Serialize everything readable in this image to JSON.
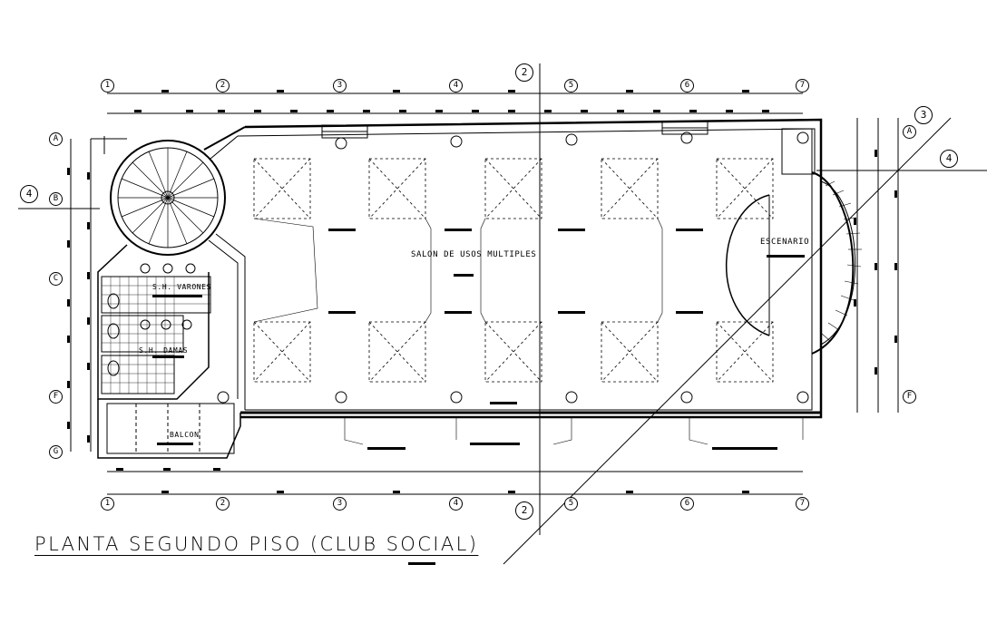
{
  "title": "PLANTA SEGUNDO PISO (CLUB SOCIAL)",
  "rooms": {
    "salon": "SALON DE USOS MULTIPLES",
    "escenario": "ESCENARIO",
    "varones": "S.H. VARONES",
    "damas": "S.H. DAMAS",
    "balcon": "BALCON"
  },
  "grid_columns": [
    "1",
    "2",
    "3",
    "4",
    "5",
    "6",
    "7"
  ],
  "grid_rows_left": [
    "A",
    "B",
    "C",
    "F",
    "G"
  ],
  "grid_rows_right": [
    "A",
    "F"
  ],
  "section_markers": {
    "top": "2",
    "bottom": "2",
    "left": "4",
    "right": "4",
    "corner": "3"
  },
  "colors": {
    "line": "#000000",
    "background": "#ffffff"
  }
}
